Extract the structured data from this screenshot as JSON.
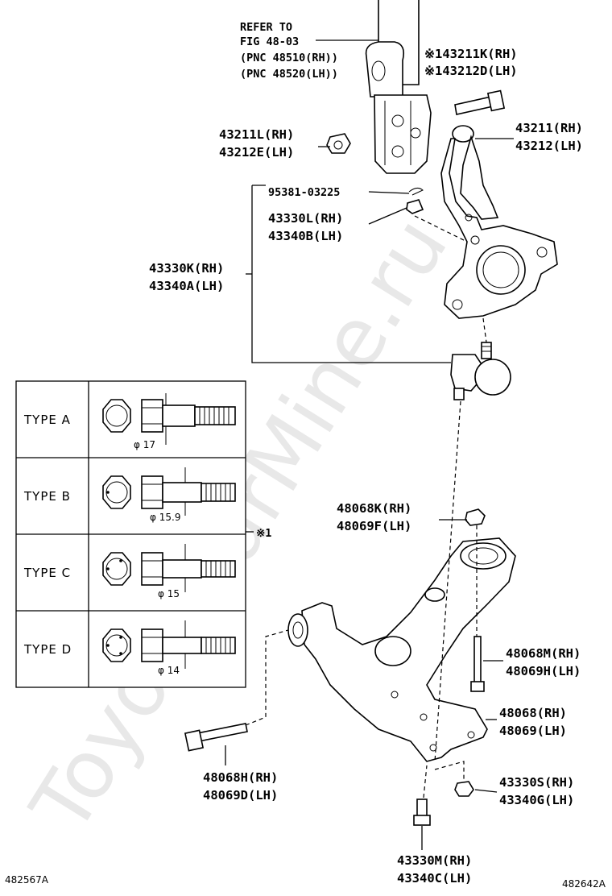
{
  "watermark": "ToyotaCarMine.ru",
  "labels": {
    "refer_1": "REFER TO",
    "refer_2": "FIG 48-03",
    "refer_3": "(PNC 48510(RH))",
    "refer_4": "(PNC 48520(LH))",
    "bolt_rh": "※143211K(RH)",
    "bolt_lh": "※143212D(LH)",
    "nut_rh": "43211L(RH)",
    "nut_lh": "43212E(LH)",
    "knuckle_rh": "43211(RH)",
    "knuckle_lh": "43212(LH)",
    "pin": "95381-03225",
    "castle_rh": "43330L(RH)",
    "castle_lh": "43340B(LH)",
    "balljoint_rh": "43330K(RH)",
    "balljoint_lh": "43340A(LH)",
    "nut2_rh": "48068K(RH)",
    "nut2_lh": "48069F(LH)",
    "note": "※1",
    "bolt2_rh": "48068M(RH)",
    "bolt2_lh": "48069H(LH)",
    "arm_rh": "48068(RH)",
    "arm_lh": "48069(LH)",
    "bolt3_rh": "48068H(RH)",
    "bolt3_lh": "48069D(LH)",
    "nut3_rh": "43330S(RH)",
    "nut3_lh": "43340G(LH)",
    "bolt4_rh": "43330M(RH)",
    "bolt4_lh": "43340C(LH)"
  },
  "types": [
    {
      "name": "TYPE  A",
      "dim": "φ 17"
    },
    {
      "name": "TYPE  B",
      "dim": "φ 15.9"
    },
    {
      "name": "TYPE  C",
      "dim": "φ 15"
    },
    {
      "name": "TYPE  D",
      "dim": "φ 14"
    }
  ],
  "codes": {
    "left": "482567A",
    "right": "482642A"
  }
}
